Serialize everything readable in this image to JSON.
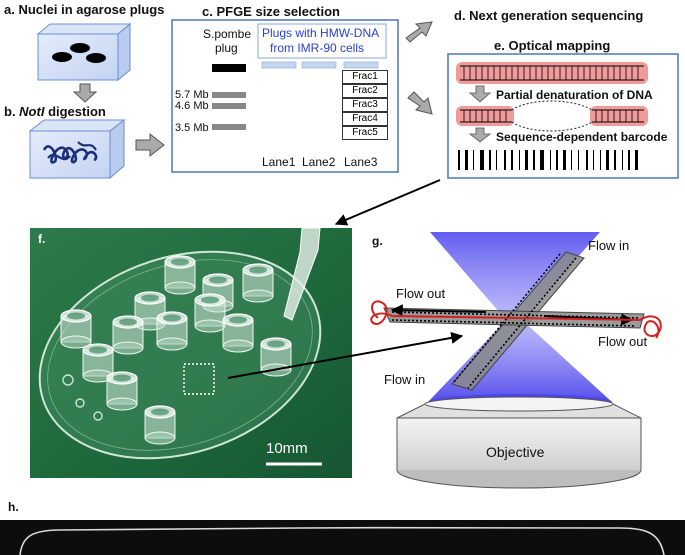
{
  "panel_a": {
    "title": "a. Nuclei in agarose plugs"
  },
  "panel_b": {
    "prefix": "b. ",
    "enzyme": "NotI",
    "suffix": " digestion"
  },
  "panel_c": {
    "title": "c. PFGE size selection",
    "ladder_label_line1": "S.pombe",
    "ladder_label_line2": "plug",
    "hmw_line1": "Plugs with HMW-DNA",
    "hmw_line2": "from IMR-90 cells",
    "sizes": [
      "5.7 Mb",
      "4.6 Mb",
      "3.5 Mb"
    ],
    "fractions": [
      "Frac1",
      "Frac2",
      "Frac3",
      "Frac4",
      "Frac5"
    ],
    "lanes": [
      "Lane1",
      "Lane2",
      "Lane3"
    ]
  },
  "panel_d": {
    "title": "d. Next generation sequencing"
  },
  "panel_e": {
    "title": "e. Optical mapping",
    "step1": "Partial denaturation of DNA",
    "step2": "Sequence-dependent barcode"
  },
  "panel_f": {
    "label": "f.",
    "scale": "10mm"
  },
  "panel_g": {
    "label": "g.",
    "flow_in_top": "Flow in",
    "flow_out_left": "Flow out",
    "flow_out_right": "Flow out",
    "flow_in_bottom": "Flow in",
    "objective": "Objective"
  },
  "panel_h": {
    "label": "h."
  },
  "colors": {
    "box_border": "#4a78b8",
    "gel_band": "#c6d6f0",
    "hmw_text": "#2a3fd0",
    "dna_pink": "#f19a9a",
    "dna_red": "#d61f1f",
    "cone_blue": "#5a55f0",
    "plate_green": "#1f6b3d"
  }
}
